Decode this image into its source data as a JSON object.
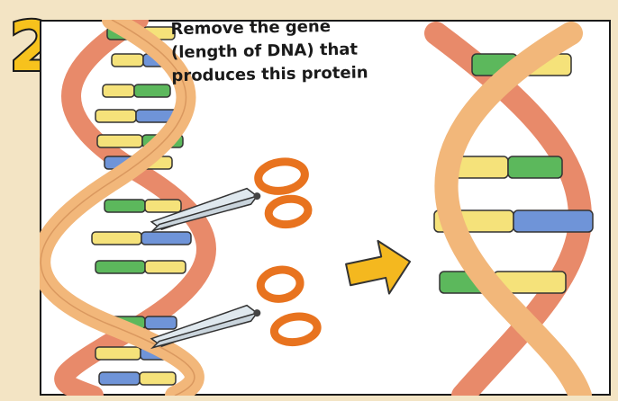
{
  "step": {
    "number": "2"
  },
  "caption": {
    "line1": "Remove the gene",
    "line2": "(length of DNA) that",
    "line3": "produces this protein"
  },
  "colors": {
    "background": "#f3e4c4",
    "strand_front": "#f2b77a",
    "strand_back": "#e88a6a",
    "base_green": "#5cb85c",
    "base_yellow": "#f5e27a",
    "base_blue": "#6f94d8",
    "scissors": "#e8731f",
    "arrow": "#f4b81f"
  },
  "icons": {
    "step_badge": "number-2-badge",
    "scissors": "scissors-icon",
    "arrow": "right-arrow-icon",
    "dna_left": "dna-helix",
    "dna_right": "dna-gene-segment"
  }
}
